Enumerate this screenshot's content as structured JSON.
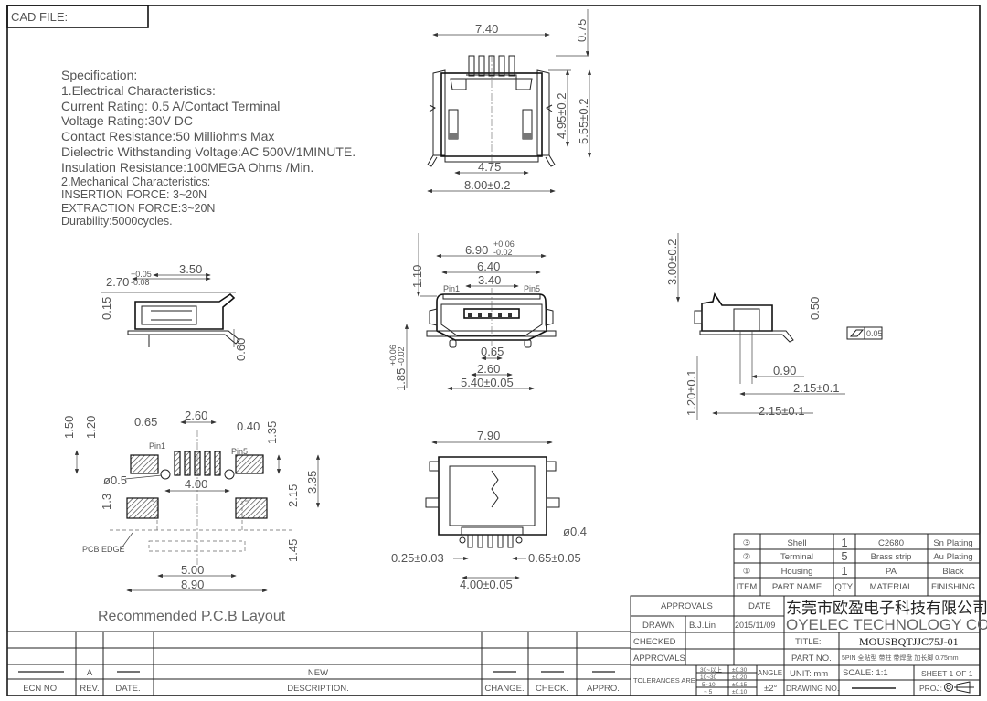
{
  "cad_file_label": "CAD FILE:",
  "spec": {
    "title": "Specification:",
    "electrical_heading": "1.Electrical Characteristics:",
    "current_rating": "Current Rating: 0.5 A/Contact Terminal",
    "voltage_rating": "Voltage Rating:30V DC",
    "contact_resistance": "Contact Resistance:50 Milliohms Max",
    "dielectric": "Dielectric Withstanding Voltage:AC 500V/1MINUTE.",
    "insulation": "Insulation Resistance:100MEGA Ohms /Min.",
    "mechanical_heading": "2.Mechanical Characteristics:",
    "insertion": "INSERTION FORCE: 3~20N",
    "extraction": "EXTRACTION FORCE:3~20N",
    "durability": "Durability:5000cycles."
  },
  "dims": {
    "top": {
      "w740": "7.40",
      "h075": "0.75",
      "h495": "4.95±0.2",
      "h555": "5.55±0.2",
      "w475": "4.75",
      "w800": "8.00±0.2"
    },
    "side": {
      "w350": "3.50",
      "w270": "2.70",
      "w270_tol_up": "+0.05",
      "w270_tol_dn": "-0.08",
      "h015": "0.15",
      "h060": "0.60"
    },
    "front": {
      "w690": "6.90",
      "w690_tol_up": "+0.06",
      "w690_tol_dn": "-0.02",
      "w640": "6.40",
      "w340": "3.40",
      "pin1": "Pin1",
      "pin5": "Pin5",
      "h110": "1.10",
      "h185": "1.85",
      "h185_tol_up": "+0.06",
      "h185_tol_dn": "-0.02",
      "w065": "0.65",
      "w260": "2.60",
      "w540": "5.40±0.05"
    },
    "right": {
      "h300": "3.00±0.2",
      "h050": "0.50",
      "flatness": "0.05",
      "w090": "0.90",
      "w215a": "2.15±0.1",
      "w215b": "2.15±0.1",
      "h120": "1.20±0.1"
    },
    "pcb": {
      "h150": "1.50",
      "h120": "1.20",
      "w065": "0.65",
      "w260": "2.60",
      "w040": "0.40",
      "h135": "1.35",
      "pin1": "Pin1",
      "pin5": "Pin5",
      "dia05": "ø0.5",
      "w400": "4.00",
      "h215": "2.15",
      "h335": "3.35",
      "h13": "1.3",
      "pcb_edge": "PCB EDGE",
      "h145": "1.45",
      "w500": "5.00",
      "w890": "8.90"
    },
    "bottom": {
      "w790": "7.90",
      "dia04": "ø0.4",
      "w025": "0.25±0.03",
      "w065": "0.65±0.05",
      "w400": "4.00±0.05"
    }
  },
  "pcb_caption": "Recommended P.C.B Layout",
  "bom": {
    "rows": [
      {
        "item": "③",
        "part": "Shell",
        "qty": "1",
        "material": "C2680",
        "finishing": "Sn Plating"
      },
      {
        "item": "②",
        "part": "Terminal",
        "qty": "5",
        "material": "Brass strip",
        "finishing": "Au Plating"
      },
      {
        "item": "①",
        "part": "Housing",
        "qty": "1",
        "material": "PA",
        "finishing": "Black"
      }
    ],
    "headers": {
      "item": "ITEM",
      "part": "PART NAME",
      "qty": "QTY.",
      "material": "MATERIAL",
      "finishing": "FINISHING"
    }
  },
  "title_block": {
    "approvals_header": "APPROVALS",
    "date_header": "DATE",
    "company_cn": "东莞市欧盈电子科技有限公司",
    "company_en": "OYELEC  TECHNOLOGY  CO.,LTD",
    "drawn_label": "DRAWN",
    "drawn_by": "B.J.Lin",
    "drawn_date": "2015/11/09",
    "checked_label": "CHECKED",
    "approvals_label": "APPROVALS",
    "title_label": "TITLE:",
    "title_value": "MOUSBQTJJC75J-01",
    "part_no_label": "PART NO.",
    "part_no_value": "5PIN 全贴型 带柱 带焊盘 加长脚 0.75mm",
    "tolerances_label": "TOLERANCES ARE",
    "tolerances": [
      {
        "range": "30~以上",
        "value": "±0.30"
      },
      {
        "range": "10~30",
        "value": "±0.20"
      },
      {
        "range": "5~10",
        "value": "±0.15"
      },
      {
        "range": "~ 5",
        "value": "±0.10"
      }
    ],
    "angle_label": "ANGLE",
    "angle_value": "±2°",
    "unit": "UNIT:  mm",
    "scale": "SCALE:   1:1",
    "sheet": "SHEET   1  OF  1",
    "drawing_no_label": "DRAWING NO.",
    "proj_label": "PROJ:"
  },
  "revision": {
    "rev": "A",
    "description": "NEW",
    "headers": {
      "ecn": "ECN NO.",
      "rev": "REV.",
      "date": "DATE.",
      "description": "DESCRIPTION.",
      "change": "CHANGE.",
      "check": "CHECK.",
      "appro": "APPRO."
    }
  }
}
